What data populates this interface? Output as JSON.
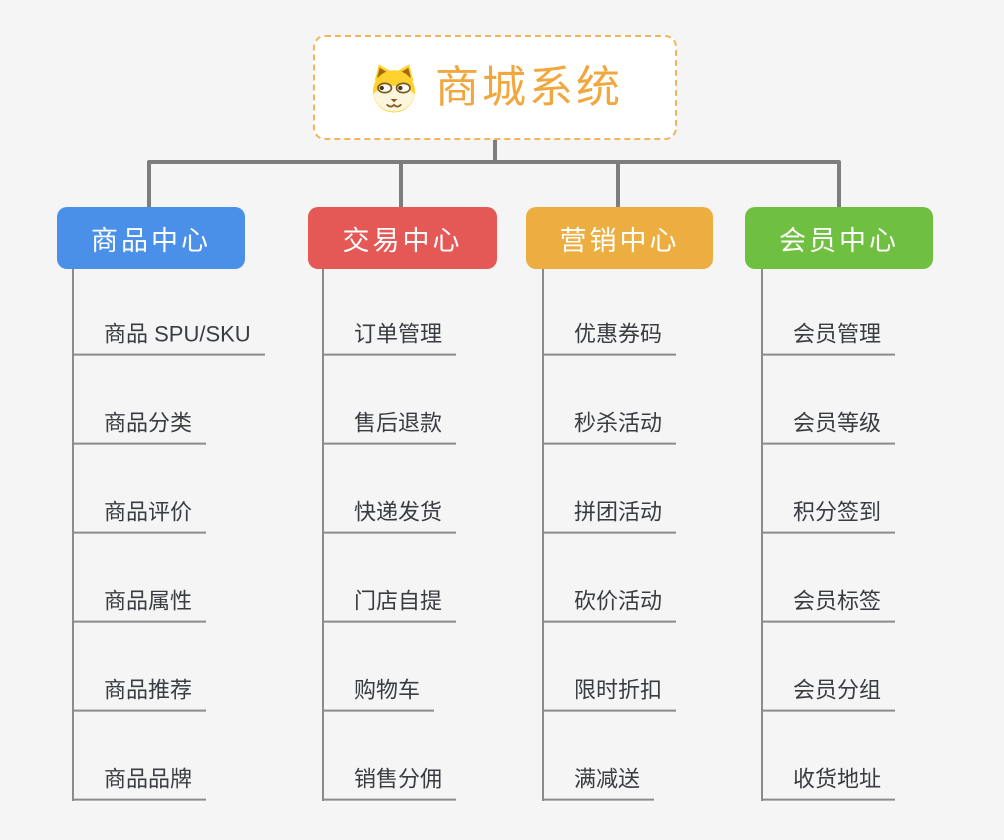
{
  "page": {
    "background_color": "#f5f5f6",
    "type": "mindmap-org-chart"
  },
  "root": {
    "label": "商城系统",
    "accent_color": "#f2a73e",
    "border_color": "#f3b55c",
    "icon": "dog-face-icon"
  },
  "branches": [
    {
      "label": "商品中心",
      "color": "#4a8fe8",
      "items": [
        "商品 SPU/SKU",
        "商品分类",
        "商品评价",
        "商品属性",
        "商品推荐",
        "商品品牌"
      ]
    },
    {
      "label": "交易中心",
      "color": "#e45855",
      "items": [
        "订单管理",
        "售后退款",
        "快递发货",
        "门店自提",
        "购物车",
        "销售分佣"
      ]
    },
    {
      "label": "营销中心",
      "color": "#ecae40",
      "items": [
        "优惠券码",
        "秒杀活动",
        "拼团活动",
        "砍价活动",
        "限时折扣",
        "满减送"
      ]
    },
    {
      "label": "会员中心",
      "color": "#6fc040",
      "items": [
        "会员管理",
        "会员等级",
        "积分签到",
        "会员标签",
        "会员分组",
        "收货地址"
      ]
    }
  ]
}
